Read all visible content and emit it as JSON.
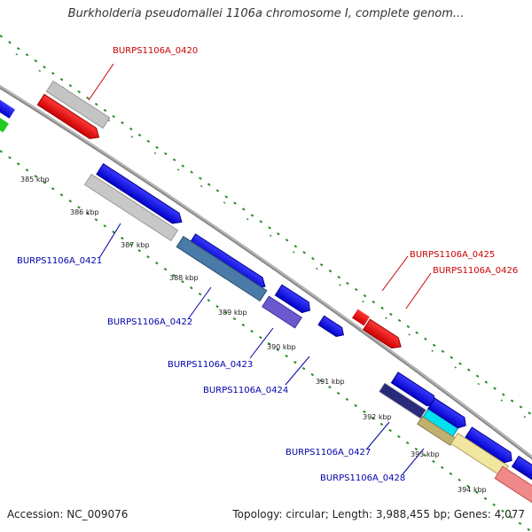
{
  "title": "Burkholderia pseudomallei 1106a chromosome I, complete genom...",
  "footer": {
    "accession": "Accession: NC_009076",
    "summary": "Topology: circular; Length: 3,988,455 bp; Genes: 4,077"
  },
  "kbp_labels": [
    "385 kbp",
    "386 kbp",
    "387 kbp",
    "388 kbp",
    "389 kbp",
    "390 kbp",
    "391 kbp",
    "392 kbp",
    "393 kbp",
    "394 kbp"
  ],
  "gene_labels": [
    {
      "text": "BURPS1106A_0420",
      "color": "#cc0000"
    },
    {
      "text": "BURPS1106A_0421",
      "color": "#0000aa"
    },
    {
      "text": "BURPS1106A_0422",
      "color": "#0000aa"
    },
    {
      "text": "BURPS1106A_0423",
      "color": "#0000aa"
    },
    {
      "text": "BURPS1106A_0424",
      "color": "#0000aa"
    },
    {
      "text": "BURPS1106A_0425",
      "color": "#cc0000"
    },
    {
      "text": "BURPS1106A_0426",
      "color": "#cc0000"
    },
    {
      "text": "BURPS1106A_0427",
      "color": "#0000aa"
    },
    {
      "text": "BURPS1106A_0428",
      "color": "#0000aa"
    }
  ],
  "colors": {
    "backbone": "#8a8a8a",
    "tick": "#2a8a2a",
    "forward_gene": "#0000ee",
    "reverse_gene": "#ee0000"
  }
}
